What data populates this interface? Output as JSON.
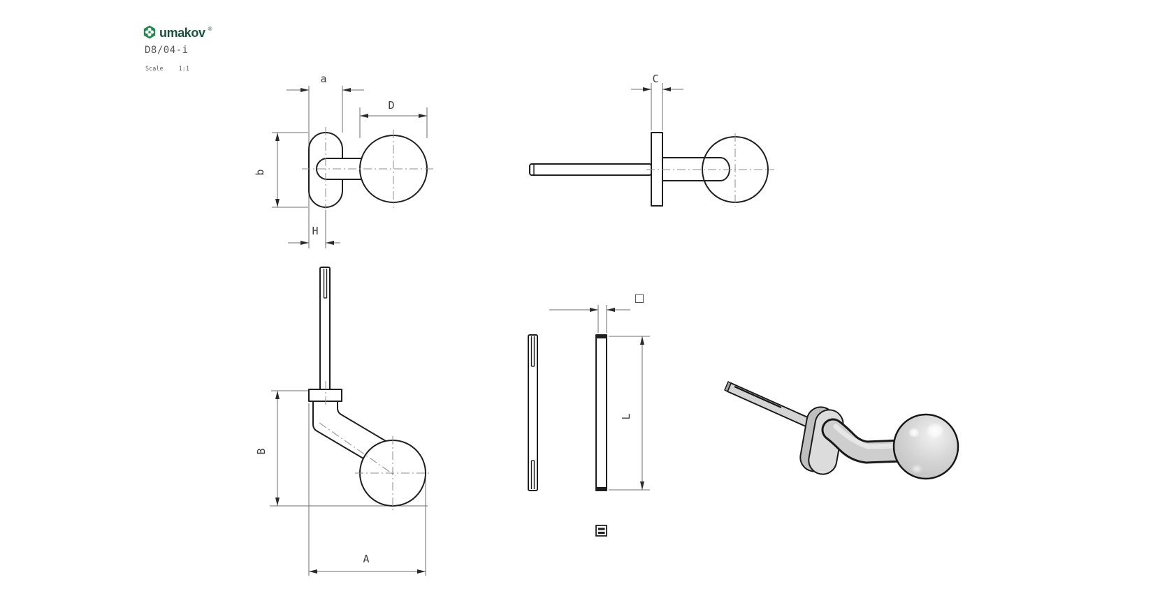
{
  "brand": {
    "name": "umakov",
    "registered_mark": "®",
    "logo_green": "#1e8a4e",
    "text_green": "#17543c"
  },
  "title_block": {
    "part_number": "D8/04-i",
    "scale_label": "Scale",
    "scale_value": "1:1"
  },
  "dims": {
    "a": "a",
    "b": "b",
    "D": "D",
    "H": "H",
    "C": "C",
    "B": "B",
    "A": "A",
    "L": "L",
    "square": "□"
  },
  "colors": {
    "outline": "#1f1f1f",
    "dimension_line": "#6e6e6e",
    "centerline": "#8c8c8c",
    "render_fill": "#d4d4d4",
    "render_outline": "#161616",
    "background": "#ffffff"
  }
}
